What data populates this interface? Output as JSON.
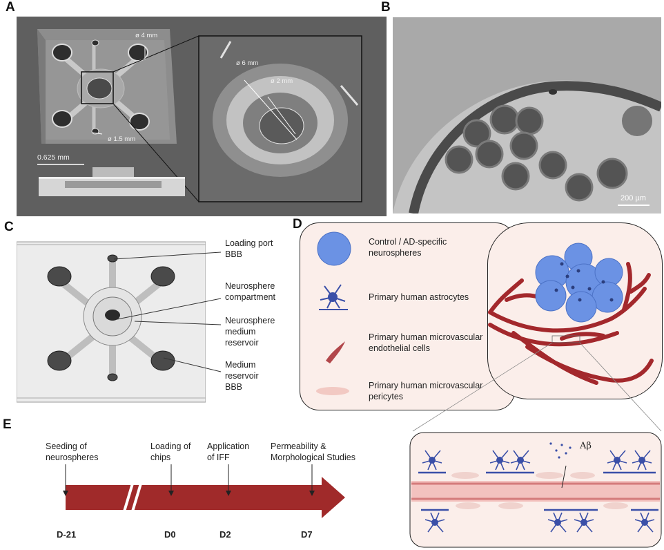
{
  "panels": {
    "a": "A",
    "b": "B",
    "c": "C",
    "d": "D",
    "e": "E"
  },
  "panel_a": {
    "dim_4mm": "ø 4 mm",
    "dim_6mm": "ø 6 mm",
    "dim_2mm": "ø 2 mm",
    "dim_15mm": "ø 1.5 mm",
    "scale": "0.625 mm"
  },
  "panel_b": {
    "scale": "200 µm"
  },
  "panel_c": {
    "labels": [
      "Loading port\nBBB",
      "Neurosphere\ncompartment",
      "Neurosphere\nmedium\nreservoir",
      "Medium\nreservoir\nBBB"
    ]
  },
  "panel_d": {
    "legend": [
      {
        "label": "Control / AD-specific\nneurospheres",
        "icon": "neurosphere-icon"
      },
      {
        "label": "Primary human astrocytes",
        "icon": "astrocyte-icon"
      },
      {
        "label": "Primary human microvascular\nendothelial cells",
        "icon": "endothelial-cell-icon"
      },
      {
        "label": "Primary human microvascular\npericytes",
        "icon": "pericyte-icon"
      }
    ],
    "abeta": "Aβ",
    "colors": {
      "neurosphere": "#6b92e4",
      "vessel": "#a3282c",
      "astrocyte": "#3a4fa8",
      "bg": "#fbeeea"
    }
  },
  "panel_e": {
    "events": [
      {
        "label": "Seeding of\nneurospheres",
        "day": "D-21"
      },
      {
        "label": "Loading of\nchips",
        "day": "D0"
      },
      {
        "label": "Application\nof IFF",
        "day": "D2"
      },
      {
        "label": "Permeability &\nMorphological Studies",
        "day": "D7"
      }
    ],
    "arrow_color": "#a02a2a"
  }
}
